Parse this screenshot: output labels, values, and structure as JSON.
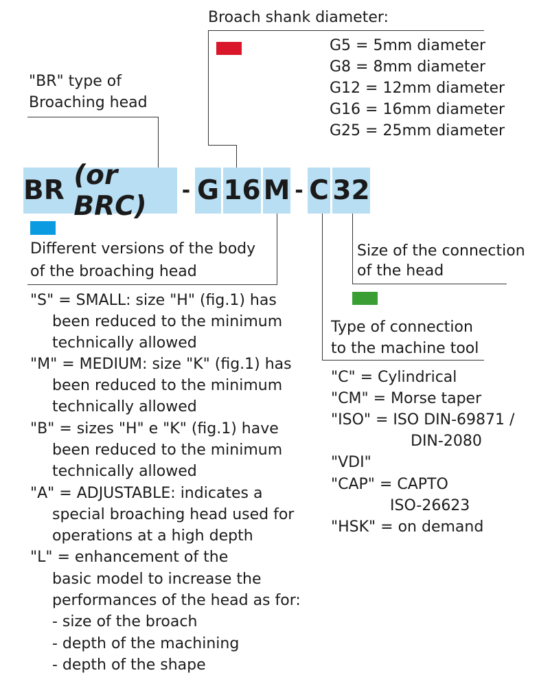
{
  "colors": {
    "box_fill": "#b8def3",
    "blue_swatch": "#0b9be0",
    "red_swatch": "#d9162a",
    "green_swatch": "#3a9e35"
  },
  "code": {
    "br_main": "BR",
    "br_alt": "(or BRC)",
    "dash1": "-",
    "g": "G",
    "num16": "16",
    "m": "M",
    "dash2": "-",
    "c": "C",
    "num32": "32"
  },
  "shank": {
    "title": "Broach shank diameter:",
    "items": [
      "G5 = 5mm diameter",
      "G8 = 8mm diameter",
      "G12 = 12mm diameter",
      "G16 = 16mm diameter",
      "G25 = 25mm diameter"
    ]
  },
  "br_type": {
    "line1": "\"BR\" type of",
    "line2": "Broaching head"
  },
  "body_versions": {
    "title_line1": "Different versions of the body",
    "title_line2": "of the broaching head",
    "lines": [
      "\"S\" = SMALL: size \"H\" (fig.1) has",
      "been reduced to the minimum",
      "technically allowed",
      "\"M\" = MEDIUM: size \"K\" (fig.1) has",
      "been reduced to the minimum",
      "technically allowed",
      "\"B\" = sizes \"H\" e \"K\" (fig.1) have",
      "been reduced to the minimum",
      "technically allowed",
      "\"A\" = ADJUSTABLE: indicates a",
      "special broaching head used for",
      "operations at a high depth",
      "\"L\" = enhancement of the",
      "basic model to increase the",
      "performances of the head as for:",
      "- size of the broach",
      "- depth of the machining",
      "- depth of the shape"
    ]
  },
  "connection_size": {
    "line1": "Size of the connection",
    "line2": "of the head"
  },
  "connection_type": {
    "line1": "Type of connection",
    "line2": "to the machine tool",
    "lines": [
      "\"C\" = Cylindrical",
      "\"CM\" = Morse taper",
      "\"ISO\" = ISO DIN-69871 /",
      "DIN-2080",
      "\"VDI\"",
      "\"CAP\" = CAPTO",
      "ISO-26623",
      "\"HSK\" = on demand"
    ]
  }
}
